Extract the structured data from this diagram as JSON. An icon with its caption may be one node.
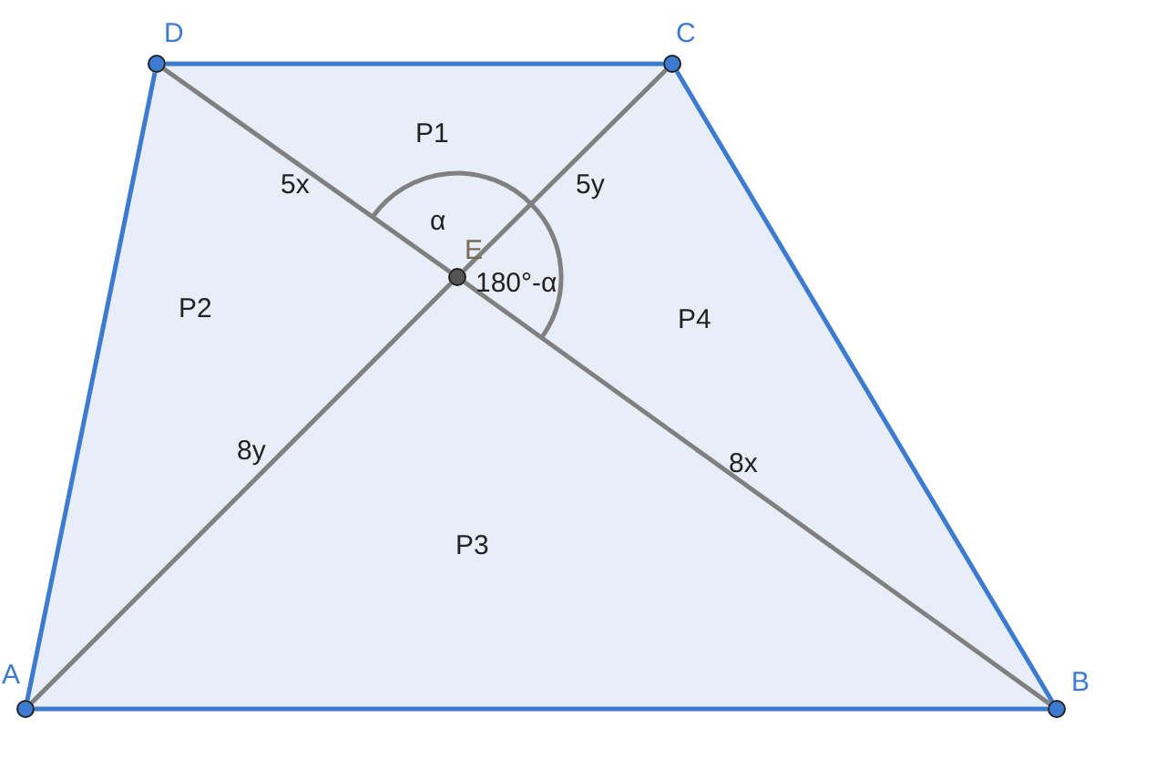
{
  "diagram": {
    "nodes": [
      {
        "text": [
          "D"
        ]
      },
      {
        "text": [
          "C"
        ]
      },
      {
        "text": [
          "E"
        ]
      },
      {
        "text": [
          "A"
        ]
      },
      {
        "text": [
          "B"
        ]
      }
    ],
    "edges": [
      {
        "from": 0,
        "to": 1,
        "arrow": "none"
      },
      {
        "from": 1,
        "to": 4,
        "arrow": "none"
      },
      {
        "from": 4,
        "to": 3,
        "arrow": "none"
      },
      {
        "from": 3,
        "to": 0,
        "arrow": "none"
      },
      {
        "from": 0,
        "to": 2,
        "arrow": "none",
        "label": "5x",
        "color": "#808080"
      },
      {
        "from": 2,
        "to": 1,
        "arrow": "none",
        "label": "5y",
        "color": "#808080"
      },
      {
        "from": 3,
        "to": 2,
        "arrow": "none",
        "label": "8y",
        "color": "#808080"
      },
      {
        "from": 2,
        "to": 4,
        "arrow": "none",
        "label": "8x",
        "color": "#808080"
      }
    ],
    "labels": [
      "P1",
      "α",
      "180°-α",
      "P2",
      "P4",
      "P3"
    ]
  }
}
